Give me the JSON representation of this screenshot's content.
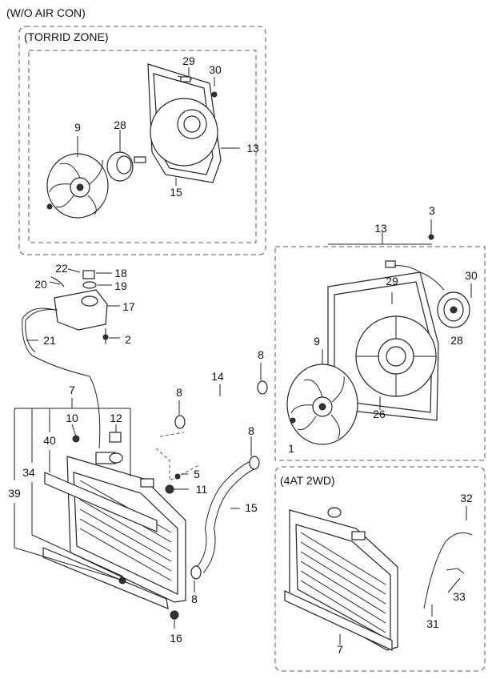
{
  "titles": {
    "main": "(W/O AIR CON)",
    "torrid": "(TORRID ZONE)",
    "alt": "(4AT 2WD)"
  },
  "callouts": {
    "p29a": "29",
    "p30a": "30",
    "p9a": "9",
    "p28a": "28",
    "p13a": "13",
    "p15a": "15",
    "p3": "3",
    "p13b": "13",
    "p29b": "29",
    "p30b": "30",
    "p9b": "9",
    "p28b": "28",
    "p26": "26",
    "p1": "1",
    "p22": "22",
    "p18": "18",
    "p20": "20",
    "p19": "19",
    "p17": "17",
    "p2": "2",
    "p21": "21",
    "p8a": "8",
    "p14": "14",
    "p8b": "8",
    "p7a": "7",
    "p10": "10",
    "p12": "12",
    "p40": "40",
    "p34": "34",
    "p39": "39",
    "p5": "5",
    "p11": "11",
    "p15b": "15",
    "p8c": "8",
    "p8d": "8",
    "p16": "16",
    "p32": "32",
    "p33": "33",
    "p31": "31",
    "p7b": "7"
  },
  "icons": [
    "radiator-icon",
    "fan-shroud-icon",
    "fan-blade-icon",
    "fan-motor-icon",
    "hose-icon",
    "reservoir-icon",
    "clamp-icon",
    "bolt-icon"
  ]
}
